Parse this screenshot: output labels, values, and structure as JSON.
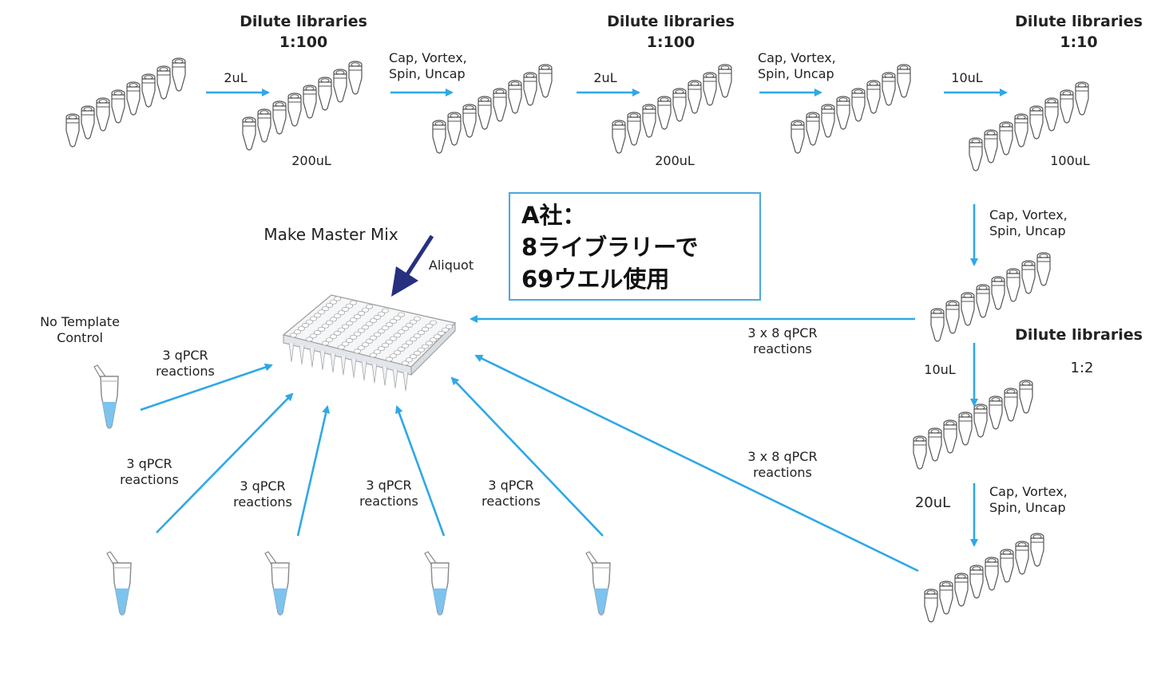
{
  "colors": {
    "arrow": "#2fa8e6",
    "aliquot_arrow": "#26307f",
    "liquid": "#7cc3ee",
    "tube_stroke": "#555555",
    "note_border": "#4aa9e0"
  },
  "steps": {
    "dilute1": {
      "title": "Dilute libraries\n1:100",
      "transfer": "2uL",
      "volume": "200uL"
    },
    "mix1": "Cap, Vortex,\nSpin, Uncap",
    "dilute2": {
      "title": "Dilute libraries\n1:100",
      "transfer": "2uL",
      "volume": "200uL"
    },
    "mix2": "Cap, Vortex,\nSpin, Uncap",
    "dilute3": {
      "title": "Dilute libraries\n1:10",
      "transfer": "10uL",
      "volume": "100uL"
    },
    "mix3": "Cap, Vortex,\nSpin, Uncap",
    "dilute4": {
      "title": "Dilute libraries",
      "ratio": "1:2",
      "transfer": "10uL",
      "volume": "20uL"
    },
    "mix4": "Cap, Vortex,\nSpin, Uncap"
  },
  "master_mix": {
    "label": "Make Master Mix",
    "aliquot": "Aliquot"
  },
  "plate_reactions": {
    "upper": "3 x 8 qPCR\nreactions",
    "lower": "3 x 8 qPCR\nreactions"
  },
  "ntc": {
    "label": "No Template\nControl",
    "reactions": "3 qPCR\nreactions"
  },
  "standards": [
    {
      "reactions": "3 qPCR\nreactions"
    },
    {
      "reactions": "3 qPCR\nreactions"
    },
    {
      "reactions": "3 qPCR\nreactions"
    },
    {
      "reactions": "3 qPCR\nreactions"
    }
  ],
  "note": {
    "line1": "A社：",
    "line2": "8ライブラリーで",
    "line3": "69ウエル使用"
  }
}
